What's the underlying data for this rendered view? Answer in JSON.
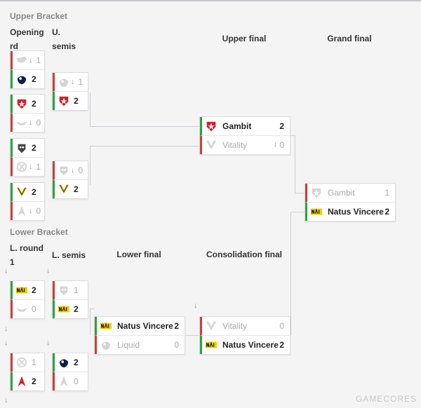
{
  "sections": {
    "upper": "Upper Bracket",
    "lower": "Lower Bracket"
  },
  "columns": {
    "opening": "Opening rd",
    "u_semis": "U. semis",
    "upper_final": "Upper final",
    "grand_final": "Grand final",
    "l_round1": "L. round 1",
    "l_semis": "L. semis",
    "lower_final": "Lower final",
    "consolidation": "Consolidation final"
  },
  "matches": {
    "op1": {
      "a": {
        "score": "1",
        "result": "loss",
        "logo": "mousesports-icon"
      },
      "b": {
        "score": "2",
        "result": "win",
        "logo": "liquid-icon"
      }
    },
    "op2": {
      "a": {
        "score": "2",
        "result": "win",
        "logo": "gambit-icon"
      },
      "b": {
        "score": "0",
        "result": "loss",
        "logo": "spirit-wings-icon"
      }
    },
    "op3": {
      "a": {
        "score": "2",
        "result": "win",
        "logo": "g2-icon"
      },
      "b": {
        "score": "1",
        "result": "loss",
        "logo": "vp-icon"
      }
    },
    "op4": {
      "a": {
        "score": "2",
        "result": "win",
        "logo": "vitality-icon"
      },
      "b": {
        "score": "0",
        "result": "loss",
        "logo": "astralis-icon"
      }
    },
    "us1": {
      "a": {
        "score": "1",
        "result": "loss",
        "logo": "liquid-icon"
      },
      "b": {
        "score": "2",
        "result": "win",
        "logo": "gambit-icon"
      }
    },
    "us2": {
      "a": {
        "score": "0",
        "result": "loss",
        "logo": "g2-icon"
      },
      "b": {
        "score": "2",
        "result": "win",
        "logo": "vitality-icon"
      }
    },
    "uf": {
      "a": {
        "name": "Gambit",
        "score": "2",
        "result": "win",
        "logo": "gambit-icon"
      },
      "b": {
        "name": "Vitality",
        "score": "0",
        "result": "loss",
        "logo": "vitality-icon"
      }
    },
    "gf": {
      "a": {
        "name": "Gambit",
        "score": "1",
        "result": "loss",
        "logo": "gambit-icon"
      },
      "b": {
        "name": "Natus Vincere",
        "score": "2",
        "result": "win",
        "logo": "navi-icon"
      }
    },
    "lr1": {
      "a": {
        "score": "2",
        "result": "win",
        "logo": "navi-icon"
      },
      "b": {
        "score": "0",
        "result": "loss",
        "logo": "spirit-wings-icon"
      }
    },
    "lr2": {
      "a": {
        "score": "1",
        "result": "loss",
        "logo": "vp-icon"
      },
      "b": {
        "score": "2",
        "result": "win",
        "logo": "astralis-icon"
      }
    },
    "ls1": {
      "a": {
        "score": "1",
        "result": "loss",
        "logo": "g2-icon"
      },
      "b": {
        "score": "2",
        "result": "win",
        "logo": "navi-icon"
      }
    },
    "ls2": {
      "a": {
        "score": "2",
        "result": "win",
        "logo": "liquid-icon"
      },
      "b": {
        "score": "0",
        "result": "loss",
        "logo": "astralis-icon"
      }
    },
    "lf": {
      "a": {
        "name": "Natus Vincere",
        "score": "2",
        "result": "win",
        "logo": "navi-icon"
      },
      "b": {
        "name": "Liquid",
        "score": "0",
        "result": "loss",
        "logo": "liquid-icon"
      }
    },
    "cf": {
      "a": {
        "name": "Vitality",
        "score": "0",
        "result": "loss",
        "logo": "vitality-icon"
      },
      "b": {
        "name": "Natus Vincere",
        "score": "2",
        "result": "win",
        "logo": "navi-icon"
      }
    }
  },
  "watermark": "GAMECORES",
  "colors": {
    "win": "#2aa33f",
    "loss": "#d43b3b",
    "line": "#cfcfd4"
  }
}
